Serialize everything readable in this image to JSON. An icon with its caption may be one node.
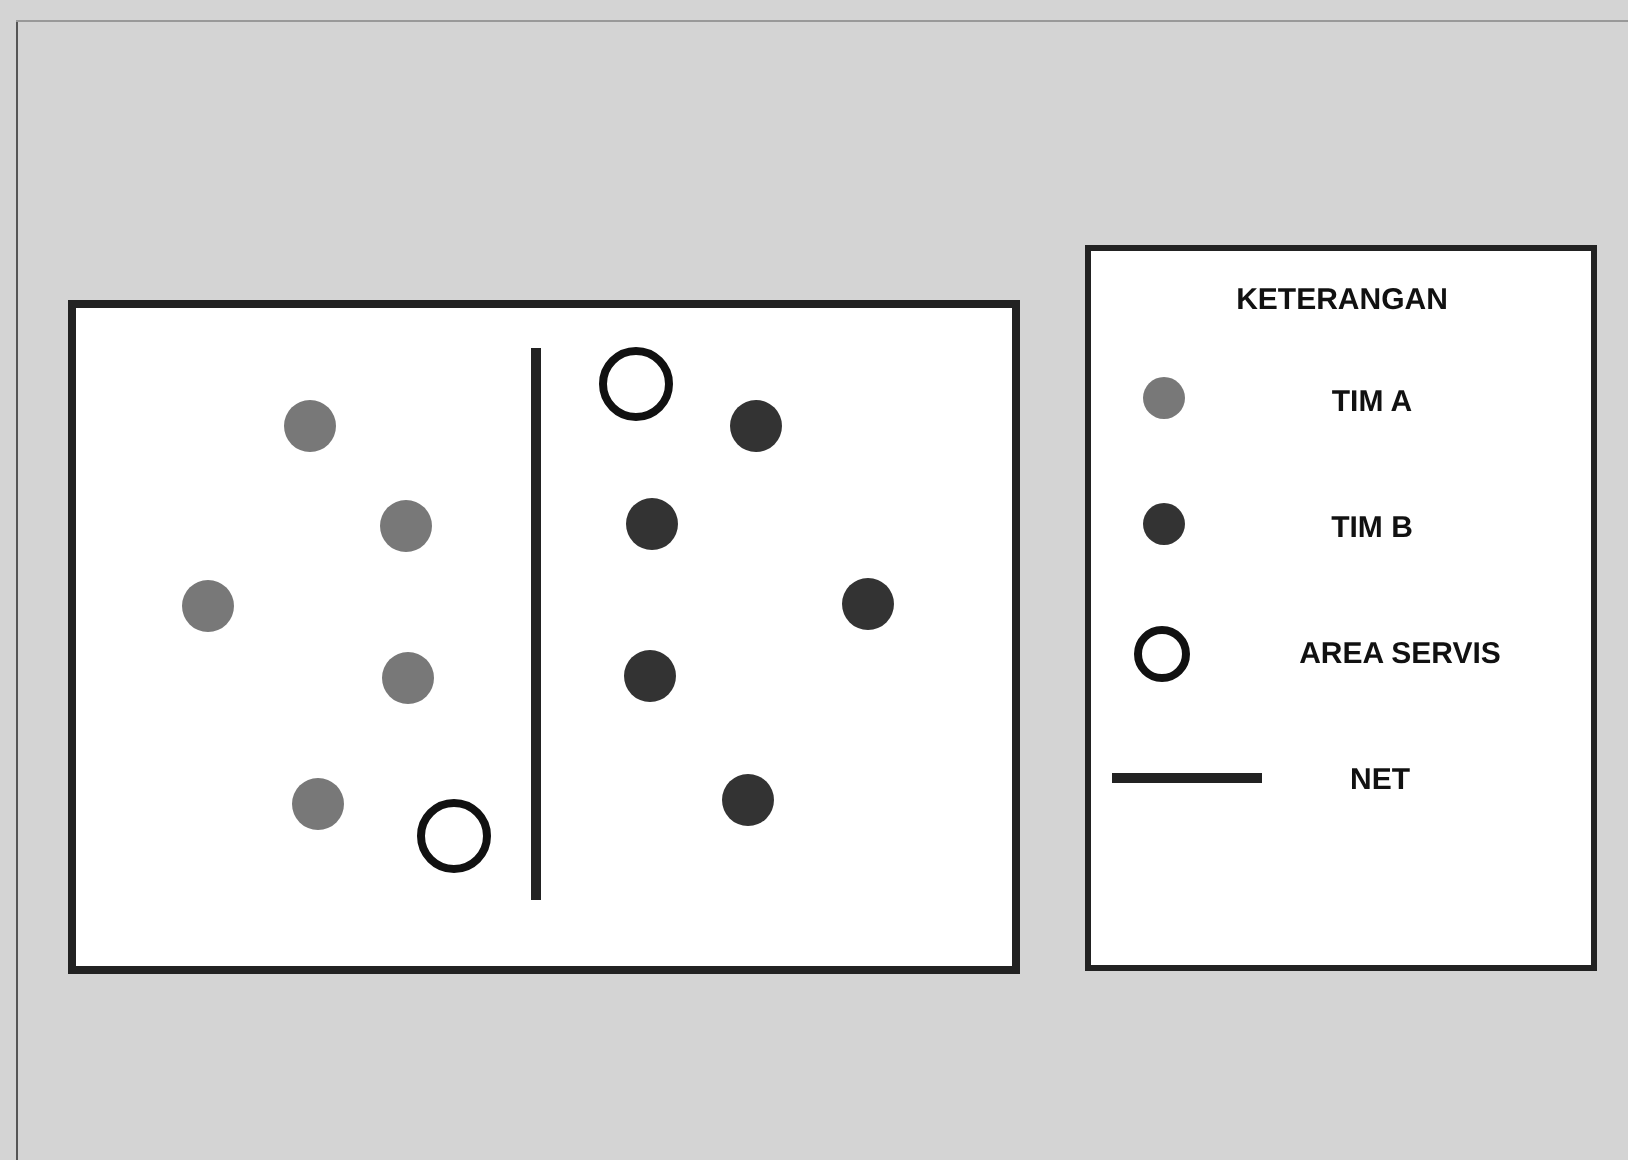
{
  "diagram": {
    "labels": [
      "KETERANGAN"
    ],
    "legend": [
      {
        "text": "TIM A",
        "color": "#787878"
      },
      {
        "text": "TIM B",
        "color": "#333333"
      },
      {
        "text": "AREA SERVIS"
      },
      {
        "text": "NET"
      }
    ]
  }
}
